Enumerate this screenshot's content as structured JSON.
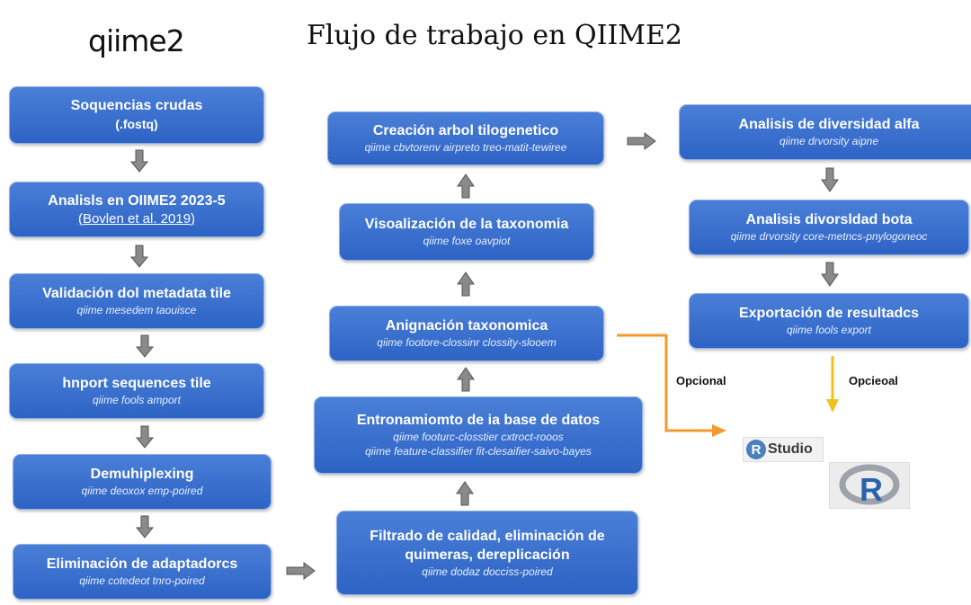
{
  "header": {
    "logo_text": "qiime2",
    "title": "Flujo de trabajo en QIIME2"
  },
  "left_column": [
    {
      "title": "Soquencias crudas",
      "cmd": "(.fostq)"
    },
    {
      "title": "Analisls en OIIME2 2023-5",
      "ref": "(Bovlen et al. 2019)"
    },
    {
      "title": "Validación dol metadata tile",
      "cmd": "qiime mesedem taouisce"
    },
    {
      "title": "hnport sequences tile",
      "cmd": "qiime fools amport"
    },
    {
      "title": "Demuhiplexing",
      "cmd": "qiime deoxox emp-poired"
    },
    {
      "title": "Eliminación de adaptadorcs",
      "cmd": "qiime cotedeot tnro-poired"
    }
  ],
  "middle_column": [
    {
      "title": "Creación arbol tilogenetico",
      "cmd": "qiime cbvtorenv airpreto treo-matit-tewiree"
    },
    {
      "title": "Visoalización de la taxonomia",
      "cmd": "qiime foxe oavpiot"
    },
    {
      "title": "Anignación taxonomica",
      "cmd": "qiime footore-clossinr clossity-slooem"
    },
    {
      "title": "Entronamiomto de ia base de datos",
      "cmd": "qiime footurc-closstier cxtroct-rooos",
      "cmd2": "qiime feature-classifier fit-clesaifier-saivo-bayes"
    },
    {
      "title": "Filtrado de calidad, eliminación de quimeras, dereplicación",
      "cmd": "qiime dodaz docciss-poired"
    }
  ],
  "right_column": [
    {
      "title": "Analisis de diversidad alfa",
      "cmd": "qiime drvorsity aipne"
    },
    {
      "title": "Analisis divorsldad bota",
      "cmd": "qiime drvorsity core-metncs-pnylogoneoc"
    },
    {
      "title": "Exportación de resultadcs",
      "cmd": "qiime fools export"
    }
  ],
  "optional": {
    "label_left": "Opcional",
    "label_right": "Opcieoal",
    "orange": "#f39a2e",
    "yellow": "#f2c11b"
  },
  "tools": {
    "rstudio_letter": "R",
    "rstudio_text": "Studio",
    "r_letter": "R"
  },
  "colors": {
    "box": "#3a70cf",
    "box_border": "#8fb0e8",
    "arrow": "#8a8a8a"
  }
}
